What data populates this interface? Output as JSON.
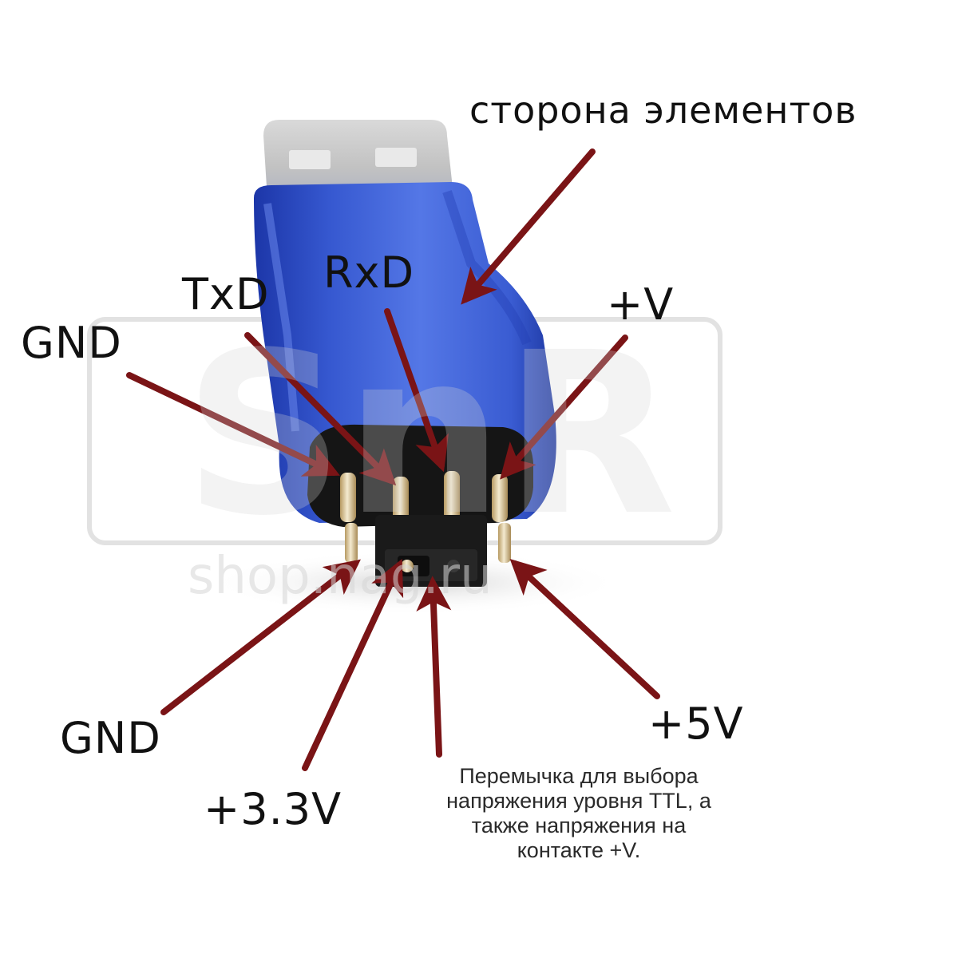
{
  "labels": {
    "components_side": "сторона элементов",
    "txd": "TxD",
    "rxd": "RxD",
    "gnd_top": "GND",
    "plus_v": "+V",
    "gnd_bottom": "GND",
    "v33": "+3.3V",
    "v5": "+5V"
  },
  "note_lines": [
    "Перемычка для выбора",
    "напряжения уровня TTL, а",
    "также напряжения на",
    "контакте +V."
  ],
  "watermark": {
    "logo": "SnR",
    "site": "shop.nag.ru"
  },
  "colors": {
    "arrow": "#7a1416",
    "housing": "#3d5fd0",
    "text": "#111111"
  }
}
